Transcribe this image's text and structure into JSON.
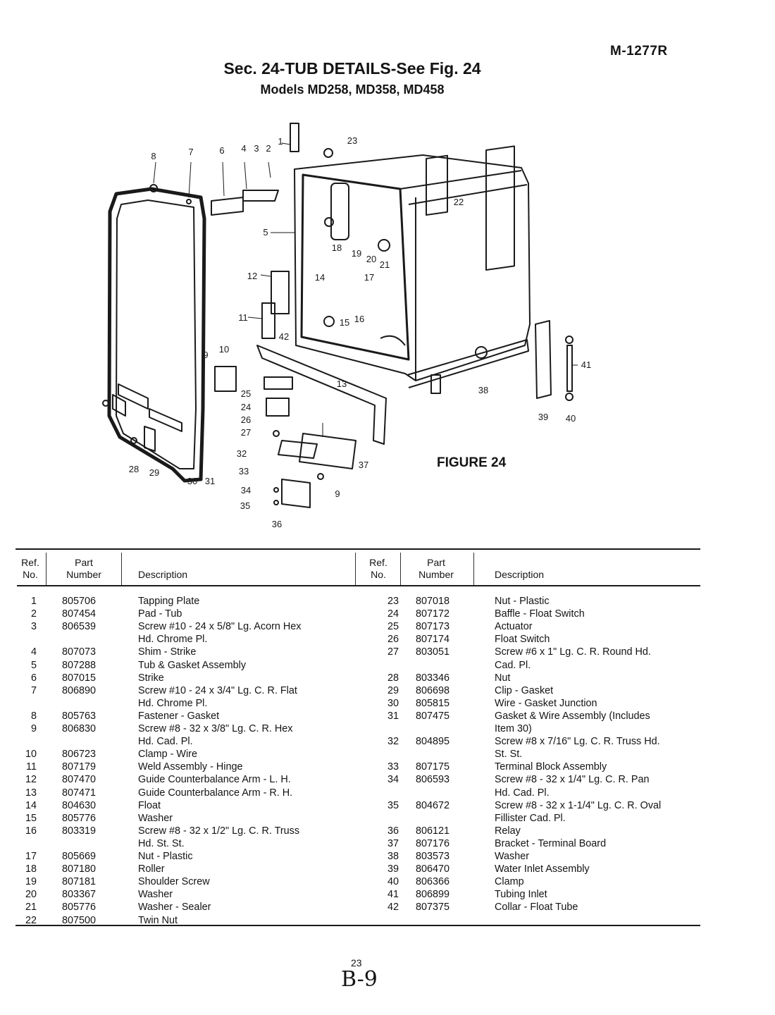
{
  "doc_code": "M-1277R",
  "title": "Sec. 24-TUB DETAILS-See Fig. 24",
  "subtitle": "Models MD258, MD358, MD458",
  "figure_caption": "FIGURE 24",
  "figure_callouts": [
    "1",
    "2",
    "3",
    "4",
    "5",
    "6",
    "7",
    "8",
    "9",
    "10",
    "11",
    "12",
    "13",
    "14",
    "15",
    "16",
    "17",
    "18",
    "19",
    "20",
    "21",
    "22",
    "23",
    "24",
    "25",
    "26",
    "27",
    "28",
    "29",
    "30",
    "31",
    "32",
    "33",
    "34",
    "35",
    "36",
    "37",
    "38",
    "39",
    "40",
    "41",
    "42",
    "9"
  ],
  "table": {
    "headers": {
      "ref_line1": "Ref.",
      "ref_line2": "No.",
      "part_line1": "Part",
      "part_line2": "Number",
      "description": "Description"
    },
    "left_rows": [
      {
        "ref": "1",
        "part": "805706",
        "desc": [
          "Tapping Plate"
        ]
      },
      {
        "ref": "2",
        "part": "807454",
        "desc": [
          "Pad - Tub"
        ]
      },
      {
        "ref": "3",
        "part": "806539",
        "desc": [
          "Screw #10 - 24 x 5/8\" Lg. Acorn Hex",
          "Hd. Chrome Pl."
        ]
      },
      {
        "ref": "4",
        "part": "807073",
        "desc": [
          "Shim - Strike"
        ]
      },
      {
        "ref": "5",
        "part": "807288",
        "desc": [
          "Tub & Gasket Assembly"
        ]
      },
      {
        "ref": "6",
        "part": "807015",
        "desc": [
          "Strike"
        ]
      },
      {
        "ref": "7",
        "part": "806890",
        "desc": [
          "Screw #10 - 24 x 3/4\" Lg. C. R. Flat",
          "Hd. Chrome Pl."
        ]
      },
      {
        "ref": "8",
        "part": "805763",
        "desc": [
          "Fastener - Gasket"
        ]
      },
      {
        "ref": "9",
        "part": "806830",
        "desc": [
          "Screw #8 - 32 x 3/8\" Lg. C. R. Hex",
          "Hd. Cad. Pl."
        ]
      },
      {
        "ref": "10",
        "part": "806723",
        "desc": [
          "Clamp - Wire"
        ]
      },
      {
        "ref": "11",
        "part": "807179",
        "desc": [
          "Weld Assembly - Hinge"
        ]
      },
      {
        "ref": "12",
        "part": "807470",
        "desc": [
          "Guide Counterbalance Arm - L. H."
        ]
      },
      {
        "ref": "13",
        "part": "807471",
        "desc": [
          "Guide Counterbalance Arm - R. H."
        ]
      },
      {
        "ref": "14",
        "part": "804630",
        "desc": [
          "Float"
        ]
      },
      {
        "ref": "15",
        "part": "805776",
        "desc": [
          "Washer"
        ]
      },
      {
        "ref": "16",
        "part": "803319",
        "desc": [
          "Screw #8 - 32 x 1/2\" Lg. C. R. Truss",
          "Hd. St. St."
        ]
      },
      {
        "ref": "17",
        "part": "805669",
        "desc": [
          "Nut - Plastic"
        ]
      },
      {
        "ref": "18",
        "part": "807180",
        "desc": [
          "Roller"
        ]
      },
      {
        "ref": "19",
        "part": "807181",
        "desc": [
          "Shoulder Screw"
        ]
      },
      {
        "ref": "20",
        "part": "803367",
        "desc": [
          "Washer"
        ]
      },
      {
        "ref": "21",
        "part": "805776",
        "desc": [
          "Washer - Sealer"
        ]
      },
      {
        "ref": "22",
        "part": "807500",
        "desc": [
          "Twin Nut"
        ]
      }
    ],
    "right_rows": [
      {
        "ref": "23",
        "part": "807018",
        "desc": [
          "Nut - Plastic"
        ]
      },
      {
        "ref": "24",
        "part": "807172",
        "desc": [
          "Baffle - Float Switch"
        ]
      },
      {
        "ref": "25",
        "part": "807173",
        "desc": [
          "Actuator"
        ]
      },
      {
        "ref": "26",
        "part": "807174",
        "desc": [
          "Float Switch"
        ]
      },
      {
        "ref": "27",
        "part": "803051",
        "desc": [
          "Screw #6 x 1\" Lg. C. R. Round Hd.",
          "Cad. Pl."
        ]
      },
      {
        "ref": "28",
        "part": "803346",
        "desc": [
          "Nut"
        ]
      },
      {
        "ref": "29",
        "part": "806698",
        "desc": [
          "Clip - Gasket"
        ]
      },
      {
        "ref": "30",
        "part": "805815",
        "desc": [
          "Wire - Gasket Junction"
        ]
      },
      {
        "ref": "31",
        "part": "807475",
        "desc": [
          "Gasket & Wire Assembly (Includes",
          "Item 30)"
        ]
      },
      {
        "ref": "32",
        "part": "804895",
        "desc": [
          "Screw #8 x 7/16\" Lg. C. R. Truss Hd.",
          "St. St."
        ]
      },
      {
        "ref": "33",
        "part": "807175",
        "desc": [
          "Terminal Block Assembly"
        ]
      },
      {
        "ref": "34",
        "part": "806593",
        "desc": [
          "Screw #8 - 32 x 1/4\" Lg. C. R. Pan",
          "Hd. Cad. Pl."
        ]
      },
      {
        "ref": "35",
        "part": "804672",
        "desc": [
          "Screw #8 - 32 x 1-1/4\" Lg. C. R. Oval",
          "Fillister Cad. Pl."
        ]
      },
      {
        "ref": "36",
        "part": "806121",
        "desc": [
          "Relay"
        ]
      },
      {
        "ref": "37",
        "part": "807176",
        "desc": [
          "Bracket - Terminal Board"
        ]
      },
      {
        "ref": "38",
        "part": "803573",
        "desc": [
          "Washer"
        ]
      },
      {
        "ref": "39",
        "part": "806470",
        "desc": [
          "Water Inlet Assembly"
        ]
      },
      {
        "ref": "40",
        "part": "806366",
        "desc": [
          "Clamp"
        ]
      },
      {
        "ref": "41",
        "part": "806899",
        "desc": [
          "Tubing Inlet"
        ]
      },
      {
        "ref": "42",
        "part": "807375",
        "desc": [
          "Collar - Float Tube"
        ]
      }
    ]
  },
  "page_number": "23",
  "handwritten_note": "B-9"
}
